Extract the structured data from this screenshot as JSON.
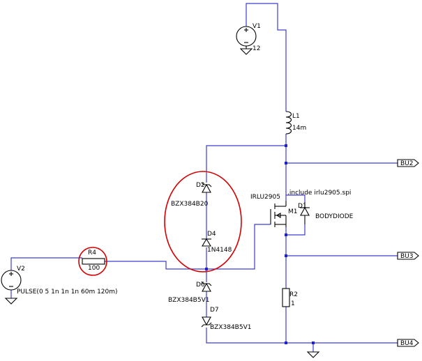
{
  "components": {
    "v1": {
      "name": "V1",
      "value": "12"
    },
    "v2": {
      "name": "V2",
      "value": "PULSE(0 5 1n 1n 1n 60m 120m)"
    },
    "l1": {
      "name": "L1",
      "value": "14m"
    },
    "r4": {
      "name": "R4",
      "value": "100"
    },
    "r2": {
      "name": "R2",
      "value": "1"
    },
    "d2": {
      "name": "D2",
      "value": "BZX384B20"
    },
    "d4": {
      "name": "D4",
      "value": "1N4148"
    },
    "d6": {
      "name": "D6",
      "value": "BZX384B5V1"
    },
    "d7": {
      "name": "D7",
      "value": "BZX384B5V1"
    },
    "d1": {
      "name": "D1",
      "value": "BODYDIODE"
    },
    "m1": {
      "name": "M1",
      "value": "IRLU2905"
    }
  },
  "directive": ".include irlu2905.spi",
  "nets": {
    "bu2": "BU2",
    "bu3": "BU3",
    "bu4": "BU4"
  },
  "colors": {
    "wire": "#3c3cd2",
    "highlight": "#d40000",
    "component": "#000000"
  }
}
